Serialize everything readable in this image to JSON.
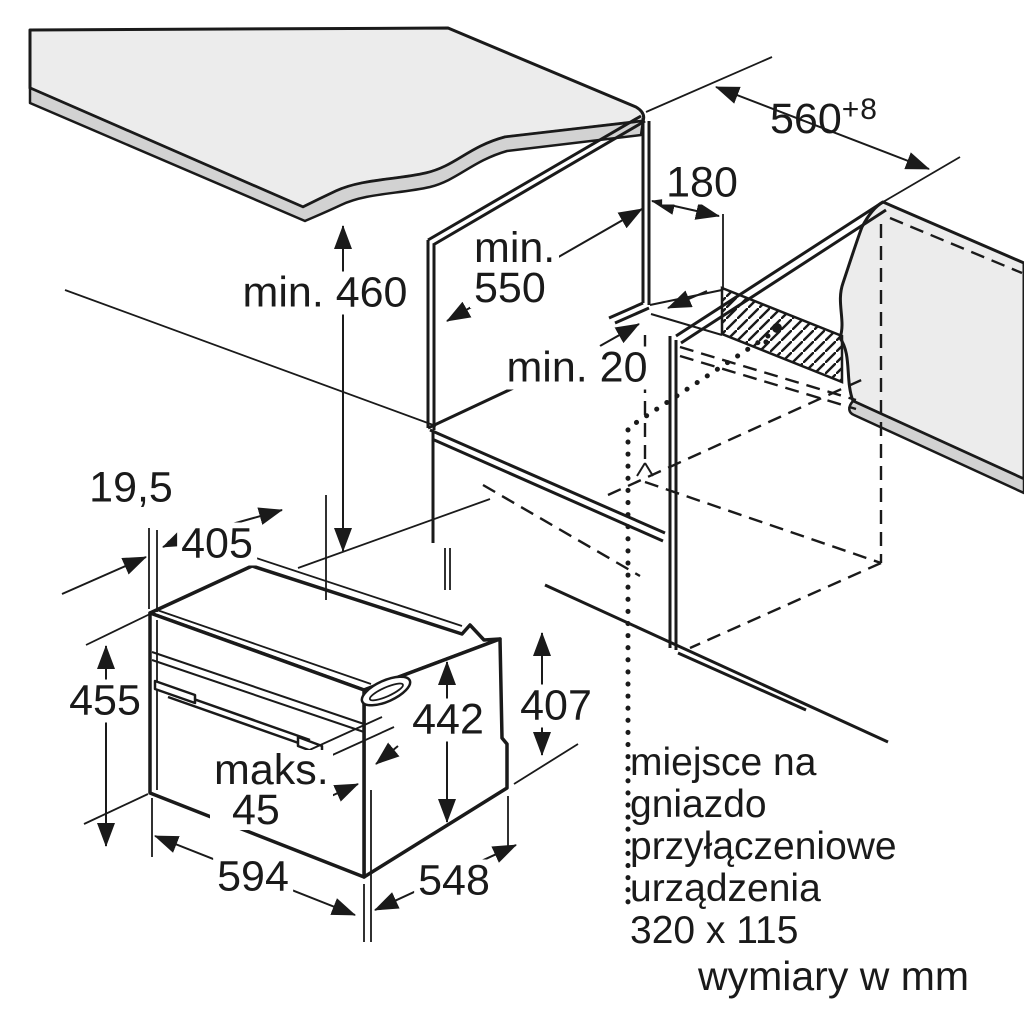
{
  "diagram": {
    "dims": {
      "niche_height": "min. 460",
      "niche_depth_a": "min.",
      "niche_depth_b": "550",
      "niche_width": "560",
      "niche_width_tol": "+8",
      "socket_offset": "180",
      "rear_gap": "min. 20",
      "top_inset": "19,5",
      "top_depth": "405",
      "oven_height": "455",
      "case_height": "442",
      "rear_height": "407",
      "door_gap_a": "maks.",
      "door_gap_b": "45",
      "oven_width": "594",
      "oven_depth": "548"
    },
    "socket_note": {
      "lines": [
        "miejsce na",
        "gniazdo",
        "przyłączeniowe",
        "urządzenia",
        "320 x 115"
      ]
    },
    "footer": "wymiary w mm",
    "colors": {
      "line": "#1a1a1a",
      "counter_top": "#ececec",
      "counter_edge": "#d2d2d2",
      "background": "#ffffff"
    }
  }
}
